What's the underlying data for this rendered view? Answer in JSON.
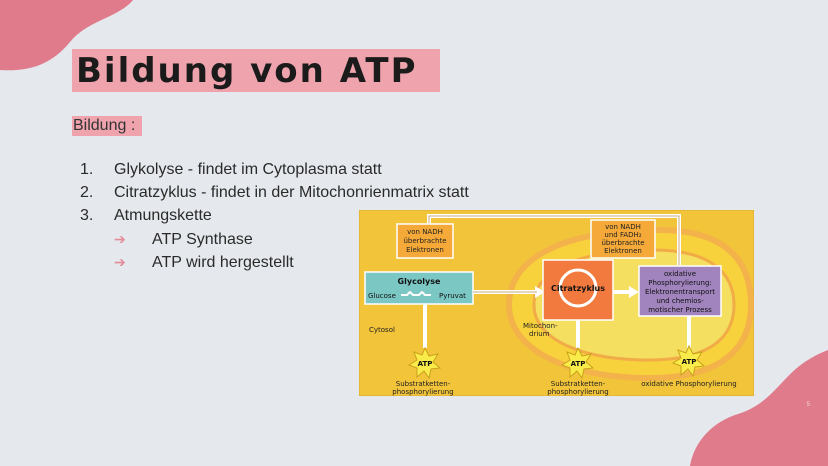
{
  "title": "Bildung von ATP",
  "subtitle": "Bildung :",
  "steps": [
    {
      "num": "1.",
      "text": "Glykolyse - findet im Cytoplasma statt"
    },
    {
      "num": "2.",
      "text": "Citratzyklus - findet in der Mitochonrienmatrix statt"
    },
    {
      "num": "3.",
      "text": "Atmungskette"
    }
  ],
  "substeps": [
    {
      "arrow": "➔",
      "text": "ATP Synthase"
    },
    {
      "arrow": "➔",
      "text": "ATP wird hergestellt"
    }
  ],
  "diagram": {
    "nadh_left": [
      "von NADH",
      "überbrachte",
      "Elektronen"
    ],
    "nadh_right": [
      "von NADH",
      "und FADH₂",
      "überbrachte",
      "Elektronen"
    ],
    "glycolyse": "Glycolyse",
    "glucose": "Glucose",
    "pyruvat": "Pyruvat",
    "citratzyklus": "Citratzyklus",
    "oxidative": [
      "oxidative",
      "Phosphorylierung:",
      "Elektronentransport",
      "und chemios-",
      "motischer Prozess"
    ],
    "cytosol": "Cytosol",
    "mitochondrium": [
      "Mitochon-",
      "drium"
    ],
    "atp": "ATP",
    "label_left": [
      "Substratketten-",
      "phosphorylierung"
    ],
    "label_mid": [
      "Substratketten-",
      "phosphorylierung"
    ],
    "label_right": "oxidative Phosphorylierung"
  },
  "slide_number": "5",
  "colors": {
    "accent": "#eea3ad",
    "blob": "#e07b8c",
    "background": "#e5e8ed"
  }
}
